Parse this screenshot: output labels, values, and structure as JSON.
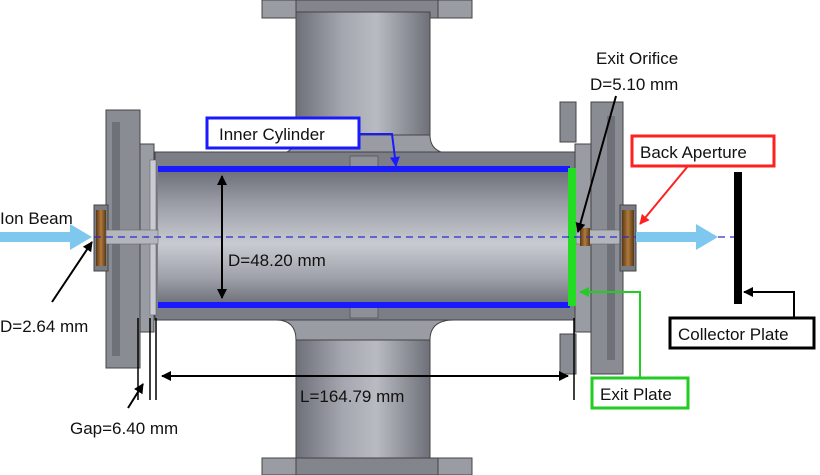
{
  "labels": {
    "ion_beam": "Ion Beam",
    "front_diameter": "D=2.64 mm",
    "gap": "Gap=6.40 mm",
    "inner_diameter": "D=48.20 mm",
    "length": "L=164.79 mm",
    "inner_cylinder": "Inner Cylinder",
    "exit_orifice_title": "Exit Orifice",
    "exit_orifice_diameter": "D=5.10 mm",
    "back_aperture": "Back Aperture",
    "exit_plate": "Exit Plate",
    "collector_plate": "Collector Plate"
  },
  "colors": {
    "inner_cylinder": "#1a1aff",
    "back_aperture": "#ff2020",
    "exit_plate": "#22cc22",
    "collector_plate": "#000000",
    "ion_beam_arrow": "#7ec8f0",
    "copper": "#8a5a2a",
    "metal": "#8d8f96"
  },
  "icons": {
    "beam_in": "arrow-right-icon",
    "beam_out": "arrow-right-icon"
  }
}
